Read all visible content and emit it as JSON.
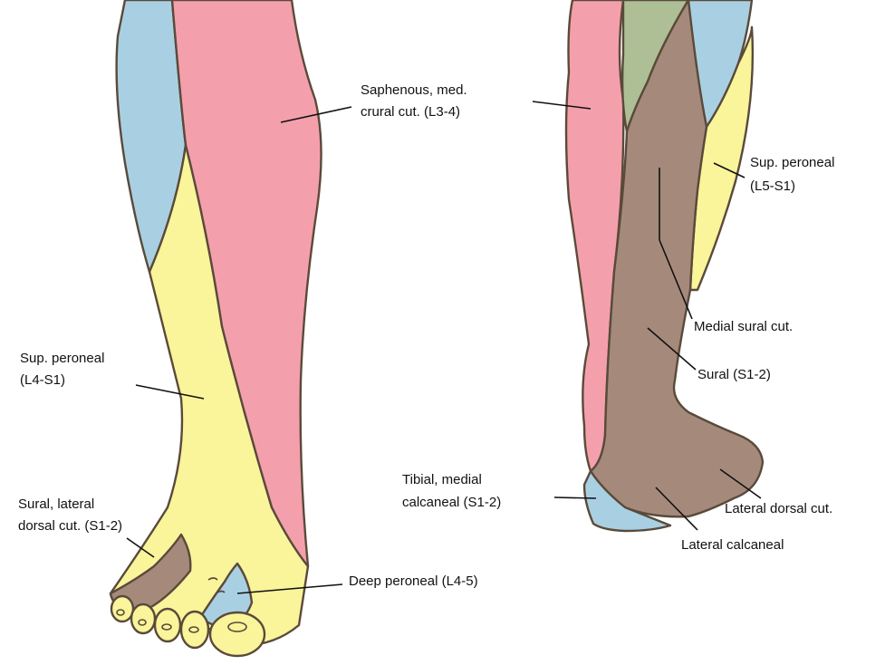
{
  "colors": {
    "saphenous": "#f4a0ac",
    "sup_peroneal": "#faf49a",
    "sural": "#a58a7b",
    "tibial_calcaneal": "#a9d0e2",
    "lateral_femoral": "#a9d0e2",
    "posterior_cut": "#aebf95",
    "outline": "#5a4a3a"
  },
  "labels": {
    "saphenous_1": "Saphenous, med.",
    "saphenous_2": "crural cut. (L3-4)",
    "sup_peroneal_left_1": "Sup. peroneal",
    "sup_peroneal_left_2": "(L4-S1)",
    "sural_lateral_1": "Sural, lateral",
    "sural_lateral_2": "dorsal cut. (S1-2)",
    "deep_peroneal": "Deep peroneal (L4-5)",
    "sup_peroneal_right_1": "Sup. peroneal",
    "sup_peroneal_right_2": "(L5-S1)",
    "medial_sural": "Medial sural cut.",
    "sural": "Sural (S1-2)",
    "tibial_1": "Tibial, medial",
    "tibial_2": "calcaneal (S1-2)",
    "lateral_dorsal": "Lateral dorsal cut.",
    "lateral_calcaneal": "Lateral calcaneal"
  }
}
